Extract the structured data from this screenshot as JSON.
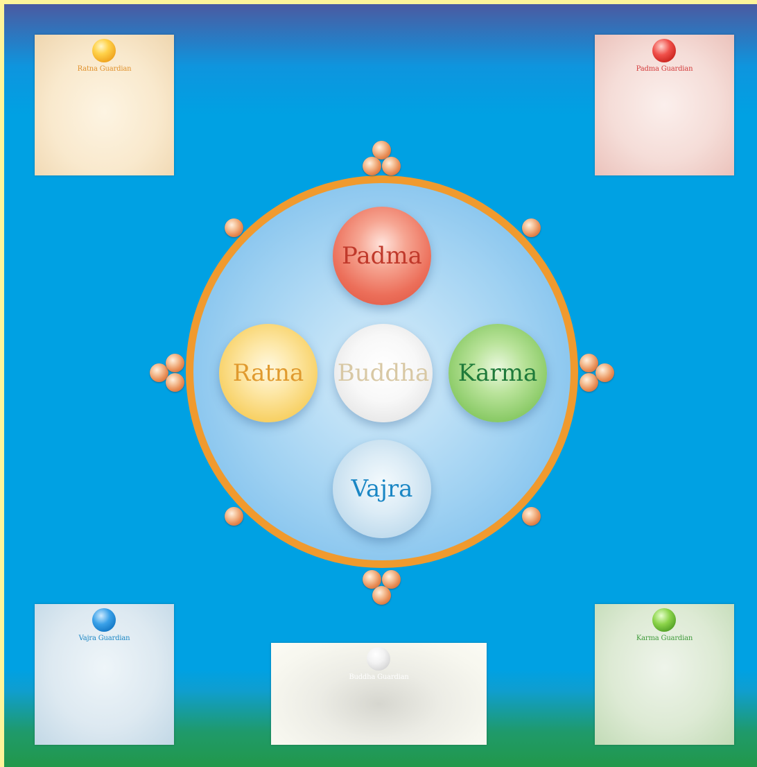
{
  "families": {
    "padma": {
      "label": "Padma",
      "color": "#c0392b"
    },
    "ratna": {
      "label": "Ratna",
      "color": "#e09a2e"
    },
    "buddha": {
      "label": "Buddha",
      "color": "#d8c8a4"
    },
    "karma": {
      "label": "Karma",
      "color": "#1f7a3a"
    },
    "vajra": {
      "label": "Vajra",
      "color": "#1a86c4"
    }
  },
  "guardians": {
    "ratna": {
      "label": "Ratna Guardian",
      "color": "#e0902a"
    },
    "padma": {
      "label": "Padma Guardian",
      "color": "#d33b3b"
    },
    "vajra": {
      "label": "Vajra Guardian",
      "color": "#1a86c4"
    },
    "buddha": {
      "label": "Buddha Guardian",
      "color": "#ffffff"
    },
    "karma": {
      "label": "Karma Guardian",
      "color": "#3f9a3a"
    }
  },
  "colors": {
    "background_top": "#4b5aa1",
    "background_main": "#00a1e3",
    "background_bottom": "#22984a",
    "frame": "#fef49a",
    "ring": "#f09a2e",
    "bead": "#e88d55"
  }
}
